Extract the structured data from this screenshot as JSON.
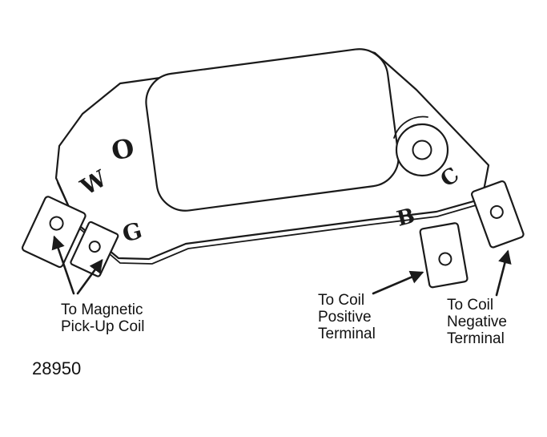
{
  "figure": {
    "id_label": "28950",
    "subject": "ignition-control-module-terminal-diagram"
  },
  "module": {
    "terminal_letters": {
      "o": "O",
      "w": "W",
      "g": "G",
      "b": "B",
      "c": "C"
    }
  },
  "callouts": {
    "magnetic_pickup": {
      "line1": "To Magnetic",
      "line2": "Pick-Up Coil"
    },
    "coil_positive": {
      "line1": "To Coil",
      "line2": "Positive",
      "line3": "Terminal"
    },
    "coil_negative": {
      "line1": "To Coil",
      "line2": "Negative",
      "line3": "Terminal"
    }
  },
  "colors": {
    "ink": "#1a1a1a",
    "background": "#ffffff"
  }
}
